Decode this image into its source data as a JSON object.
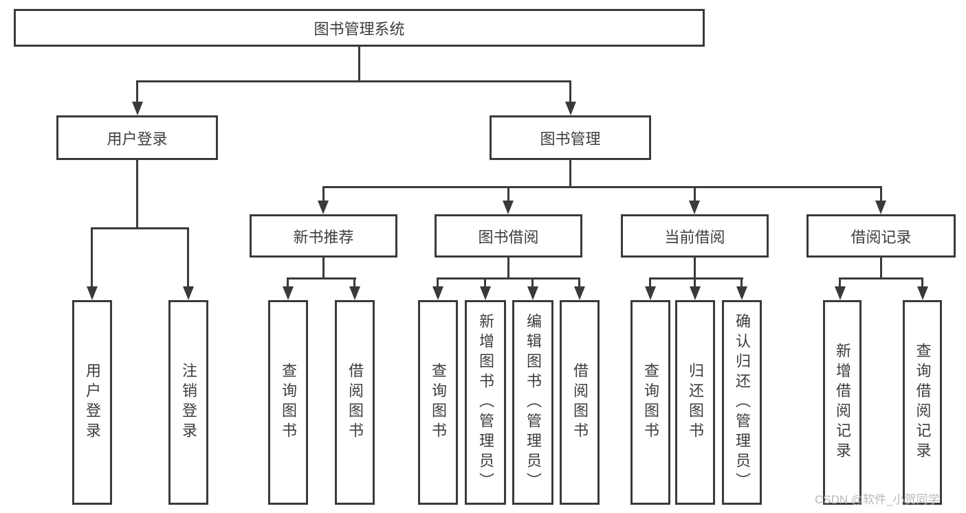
{
  "diagram": {
    "root": {
      "label": "图书管理系统"
    },
    "level2": [
      {
        "label": "用户登录"
      },
      {
        "label": "图书管理"
      }
    ],
    "level3": [
      {
        "label": "新书推荐"
      },
      {
        "label": "图书借阅"
      },
      {
        "label": "当前借阅"
      },
      {
        "label": "借阅记录"
      }
    ],
    "leaves": {
      "user_login": [
        "用户登录",
        "注销登录"
      ],
      "new_book_recommend": [
        "查询图书",
        "借阅图书"
      ],
      "book_borrow": [
        "查询图书",
        "新增图书（管理员）",
        "编辑图书（管理员）",
        "借阅图书"
      ],
      "current_borrow": [
        "查询图书",
        "归还图书",
        "确认归还（管理员）"
      ],
      "borrow_records": [
        "新增借阅记录",
        "查询借阅记录"
      ]
    }
  },
  "watermark": {
    "text": "CSDN @软件_小贺同学"
  },
  "colors": {
    "line": "#3a3a3a",
    "text": "#3d3d3d",
    "bg": "#ffffff",
    "watermark": "#b9b9b9"
  }
}
